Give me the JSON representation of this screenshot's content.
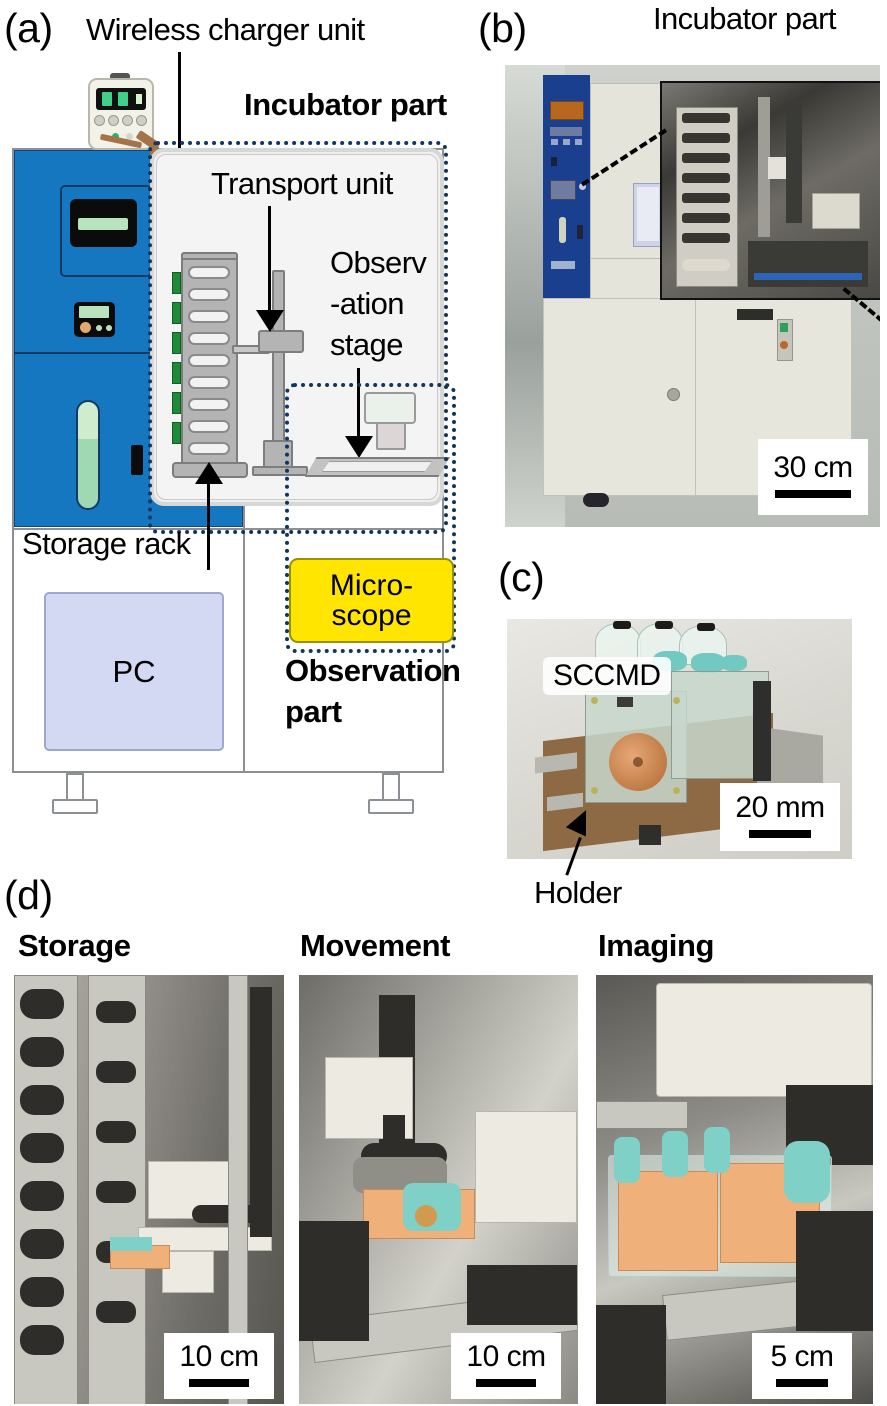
{
  "figure": {
    "panels": {
      "a": {
        "letter": "(a)"
      },
      "b": {
        "letter": "(b)"
      },
      "c": {
        "letter": "(c)"
      },
      "d": {
        "letter": "(d)"
      }
    }
  },
  "panel_a": {
    "letter": "(a)",
    "labels": {
      "wireless_charger_unit": "Wireless charger unit",
      "incubator_part": "Incubator part",
      "transport_unit": "Transport unit",
      "observation_stage_line1": "Observ",
      "observation_stage_line2": "-ation",
      "observation_stage_line3": "stage",
      "storage_rack": "Storage rack",
      "microscope_line1": "Micro-",
      "microscope_line2": "scope",
      "observation_part_line1": "Observation",
      "observation_part_line2": "part",
      "pc": "PC"
    },
    "colors": {
      "incubator_body": "#1477c0",
      "microscope_box": "#ffe500",
      "pc_box": "#d3d9f2",
      "dotted_outline": "#12355f",
      "chamber": "#efefef"
    }
  },
  "panel_b": {
    "letter": "(b)",
    "callout_label": "Incubator part",
    "scale_bar": {
      "label": "30 cm"
    }
  },
  "panel_c": {
    "letter": "(c)",
    "device_label": "SCCMD",
    "holder_label": "Holder",
    "scale_bar": {
      "label": "20 mm"
    }
  },
  "panel_d": {
    "letter": "(d)",
    "subpanels": [
      {
        "title": "Storage",
        "scale_bar": {
          "label": "10 cm"
        }
      },
      {
        "title": "Movement",
        "scale_bar": {
          "label": "10 cm"
        }
      },
      {
        "title": "Imaging",
        "scale_bar": {
          "label": "5 cm"
        }
      }
    ]
  }
}
